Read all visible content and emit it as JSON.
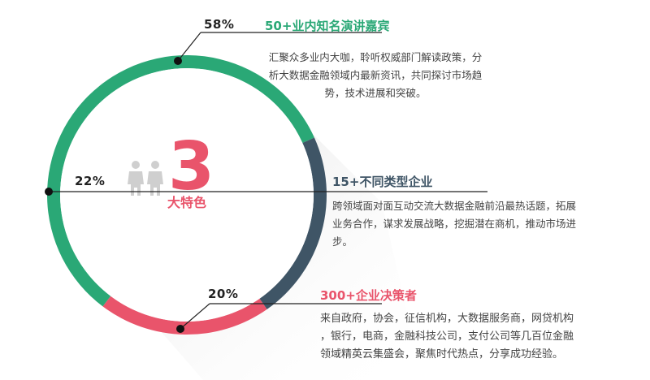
{
  "colors": {
    "green": "#2aa876",
    "slate": "#3f5566",
    "red": "#e9546b",
    "people": "#cfcfcf"
  },
  "chart_data": {
    "type": "pie",
    "style": "donut",
    "slices": [
      {
        "label": "50+业内知名演讲嘉宾",
        "percent": 58,
        "color": "#2aa876"
      },
      {
        "label": "15+不同类型企业",
        "percent": 22,
        "color": "#3f5566"
      },
      {
        "label": "300+企业决策者",
        "percent": 20,
        "color": "#e9546b"
      }
    ]
  },
  "center": {
    "number": "3",
    "caption": "大特色",
    "icon": "people-icon"
  },
  "items": [
    {
      "percent_label": "58%",
      "title": "50+业内知名演讲嘉宾",
      "title_color": "#2aa876",
      "lines": [
        "汇聚众多业内大咖，聆听权威部门解读政策，分",
        "析大数据金融领域内最新资讯，共同探讨市场趋",
        "势，技术进展和突破。"
      ]
    },
    {
      "percent_label": "22%",
      "title": "15+不同类型企业",
      "title_color": "#3f5566",
      "lines": [
        "跨领域面对面互动交流大数据金融前沿最热话题，拓展",
        "业务合作，谋求发展战略，挖掘潜在商机，推动市场进",
        "步。"
      ]
    },
    {
      "percent_label": "20%",
      "title": "300+企业决策者",
      "title_color": "#e9546b",
      "lines": [
        "来自政府，协会，征信机构，大数据服务商，网贷机构",
        "，银行，电商，金融科技公司，支付公司等几百位金融",
        "领域精英云集盛会，聚焦时代热点，分享成功经验。"
      ]
    }
  ]
}
